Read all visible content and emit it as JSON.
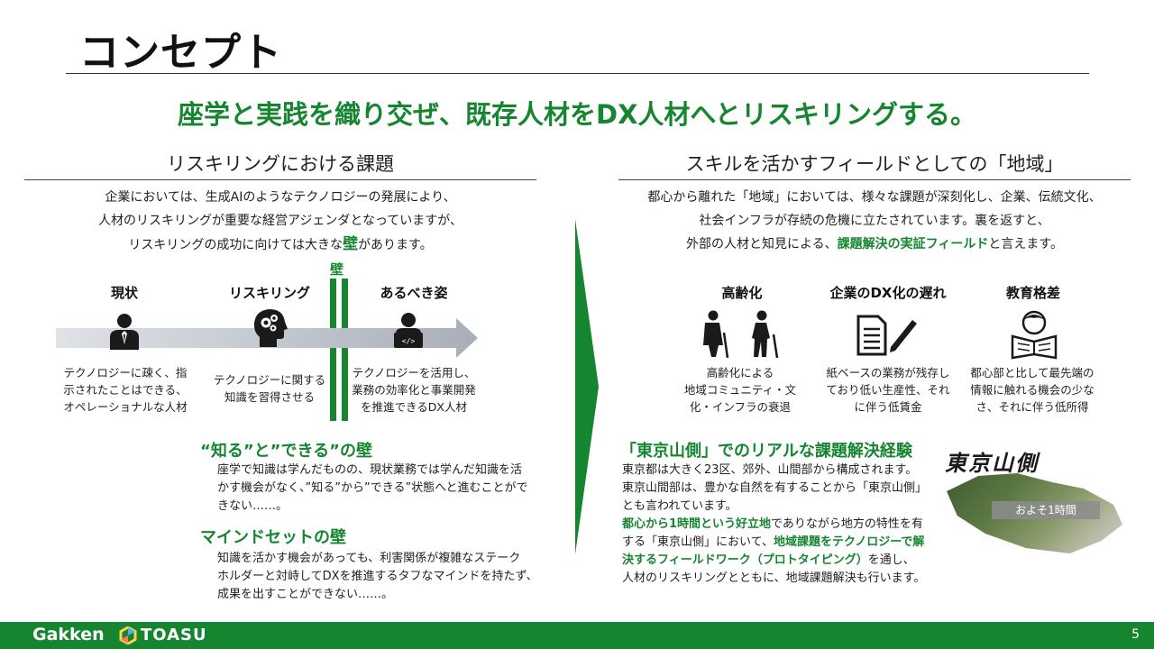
{
  "title": "コンセプト",
  "tagline": "座学と実践を織り交ぜ、既存人材をDX人材へとリスキリングする。",
  "left": {
    "heading": "リスキリングにおける課題",
    "intro_line1": "企業においては、生成AIのようなテクノロジーの発展により、",
    "intro_line2": "人材のリスキリングが重要な経営アジェンダとなっていますが、",
    "intro_line3_pre": "リスキリングの成功に向けては大きな",
    "intro_line3_hl": "壁",
    "intro_line3_post": "があります。",
    "wall_label": "壁",
    "stages": [
      {
        "label": "現状",
        "icon": "businessman-icon",
        "desc": [
          "テクノロジーに疎く、指",
          "示されたことはできる、",
          "オペレーショナルな人材"
        ]
      },
      {
        "label": "リスキリング",
        "icon": "head-gears-icon",
        "desc": [
          "テクノロジーに関する",
          "知識を習得させる"
        ]
      },
      {
        "label": "あるべき姿",
        "icon": "laptop-person-icon",
        "desc": [
          "テクノロジーを活用し、",
          "業務の効率化と事業開発",
          "を推進できるDX人材"
        ]
      }
    ],
    "wall1": {
      "heading": "“知る”と”できる”の壁",
      "lines": [
        "座学で知識は学んだものの、現状業務では学んだ知識を活",
        "かす機会がなく、”知る”から”できる”状態へと進むことがで",
        "きない……。"
      ]
    },
    "wall2": {
      "heading": "マインドセットの壁",
      "lines": [
        "知識を活かす機会があっても、利害関係が複雑なステーク",
        "ホルダーと対峙してDXを推進するタフなマインドを持たず、",
        "成果を出すことができない……。"
      ]
    }
  },
  "right": {
    "heading": "スキルを活かすフィールドとしての「地域」",
    "intro_line1": "都心から離れた「地域」においては、様々な課題が深刻化し、企業、伝統文化、",
    "intro_line2": "社会インフラが存続の危機に立たされています。裏を返すと、",
    "intro_line3_pre": "外部の人材と知見による、",
    "intro_line3_hl": "課題解決の実証フィールド",
    "intro_line3_post": "と言えます。",
    "issues": [
      {
        "label": "高齢化",
        "icon": "elderly-couple-icon",
        "desc": [
          "高齢化による",
          "地域コミュニティ・文",
          "化・インフラの衰退"
        ]
      },
      {
        "label": "企業のDX化の遅れ",
        "icon": "document-pen-icon",
        "desc": [
          "紙ベースの業務が残存し",
          "ており低い生産性、それ",
          "に伴う低賃金"
        ]
      },
      {
        "label": "教育格差",
        "icon": "reading-child-icon",
        "desc": [
          "都心部と比して最先端の",
          "情報に触れる機会の少な",
          "さ、それに伴う低所得"
        ]
      }
    ],
    "tokyo": {
      "heading": "「東京山側」でのリアルな課題解決経験",
      "line1": "東京都は大きく23区、郊外、山間部から構成されます。",
      "line2": "東京山間部は、豊かな自然を有することから「東京山側」",
      "line3": "とも言われています。",
      "line4_hl": "都心から1時間という好立地",
      "line4_post": "でありながら地方の特性を有",
      "line5_pre": "する「東京山側」において、",
      "line5_hl": "地域課題をテクノロジーで解",
      "line6_hl": "決するフィールドワーク（プロトタイピング）",
      "line6_post": "を通し、",
      "line7": "人材のリスキリングとともに、地域課題解決も行います。"
    },
    "brush_logo": "東京山側",
    "map_label": "およそ1時間"
  },
  "footer": {
    "brand1": "Gakken",
    "brand2": "TOASU",
    "page": "5"
  },
  "colors": {
    "accent": "#168530",
    "arrow_gray": "#b5b9c2"
  }
}
